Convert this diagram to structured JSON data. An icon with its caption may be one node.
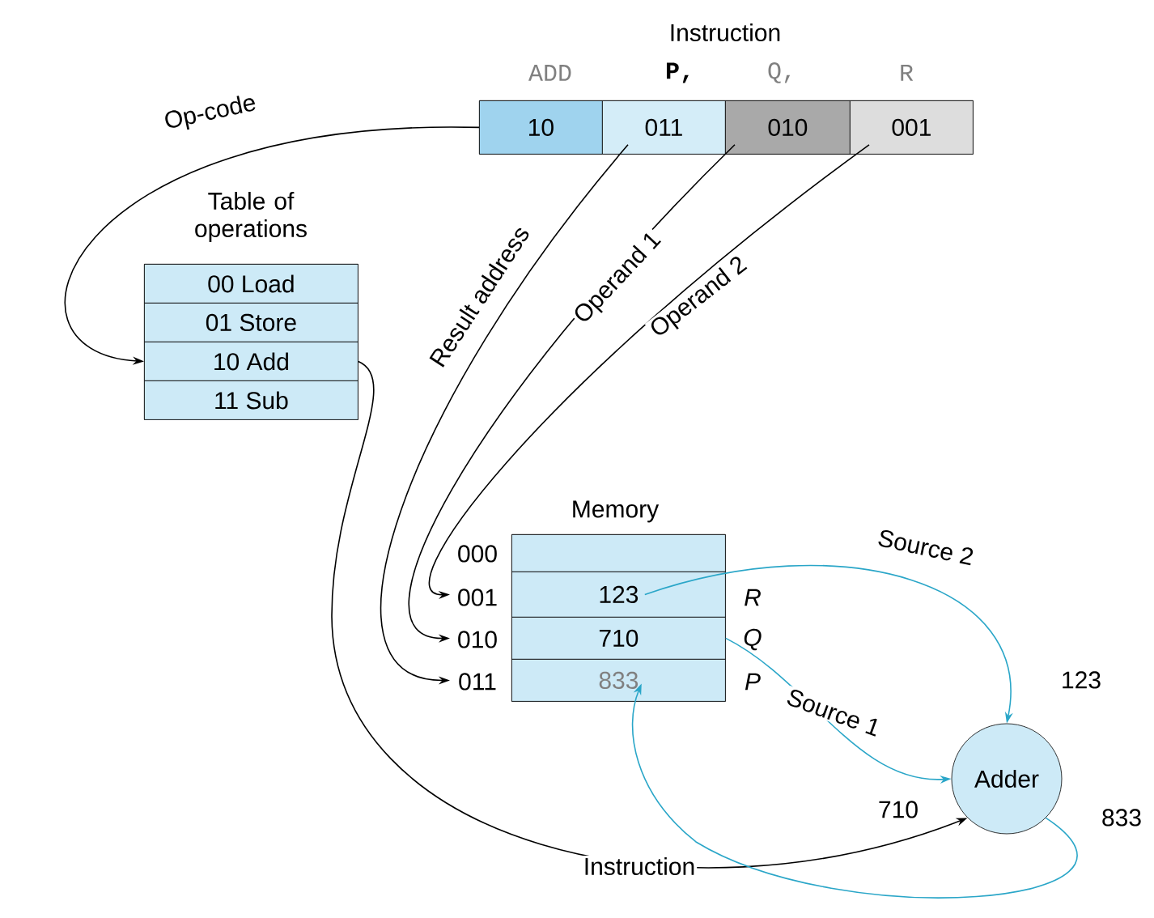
{
  "diagram": {
    "nodes": [
      {
        "text": [
          "Instruction"
        ]
      },
      {
        "text": [
          "10"
        ],
        "in": 0,
        "beside": [
          "ADD"
        ]
      },
      {
        "text": [
          "011"
        ],
        "in": 0,
        "beside": [
          "P,"
        ]
      },
      {
        "text": [
          "010"
        ],
        "in": 0,
        "beside": [
          "Q,"
        ]
      },
      {
        "text": [
          "001"
        ],
        "in": 0,
        "beside": [
          "R"
        ]
      },
      {
        "text": [
          "Table of operations"
        ]
      },
      {
        "text": [
          "00 Load"
        ],
        "in": 5
      },
      {
        "text": [
          "01 Store"
        ],
        "in": 5
      },
      {
        "text": [
          "10 Add"
        ],
        "in": 5
      },
      {
        "text": [
          "11 Sub"
        ],
        "in": 5
      },
      {
        "text": [
          "Memory"
        ]
      },
      {
        "text": [],
        "shape": "box",
        "in": 10,
        "beside": [
          "000"
        ]
      },
      {
        "text": [
          "123"
        ],
        "in": 10,
        "beside": [
          "001",
          "R"
        ]
      },
      {
        "text": [
          "710"
        ],
        "in": 10,
        "beside": [
          "010",
          "Q"
        ]
      },
      {
        "text": [
          "833"
        ],
        "in": 10,
        "beside": [
          "011",
          "P"
        ]
      },
      {
        "text": [
          "Adder"
        ]
      }
    ],
    "edges": [
      {
        "from": 1,
        "to": 8,
        "arrow": "to",
        "label": "Op-code"
      },
      {
        "from": 2,
        "to": 14,
        "arrow": "to",
        "label": "Result address"
      },
      {
        "from": 3,
        "to": 13,
        "arrow": "to",
        "label": "Operand 1"
      },
      {
        "from": 4,
        "to": 12,
        "arrow": "to",
        "label": "Operand 2"
      },
      {
        "from": 8,
        "to": 15,
        "arrow": "to",
        "label": "Instruction"
      },
      {
        "from": 12,
        "to": 15,
        "arrow": "to",
        "label": "Source 2",
        "color": "#2aa6c8"
      },
      {
        "from": 13,
        "to": 15,
        "arrow": "to",
        "label": "Source 1",
        "color": "#2aa6c8"
      },
      {
        "from": 15,
        "to": 14,
        "arrow": "to",
        "color": "#2aa6c8"
      }
    ],
    "labels": [
      "123",
      "710",
      "833"
    ]
  }
}
